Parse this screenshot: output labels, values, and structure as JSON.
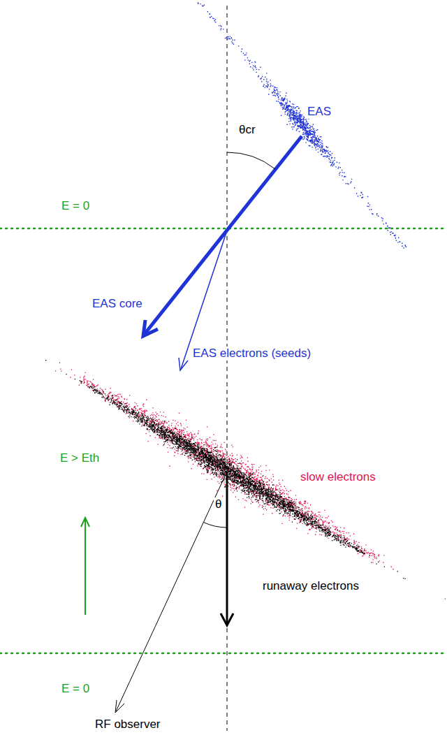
{
  "diagram": {
    "labels": [
      "EAS",
      "θcr",
      "E = 0",
      "EAS core",
      "EAS electrons (seeds)",
      "slow electrons",
      "E > Eth",
      "runaway electrons",
      "θ",
      "E = 0",
      "RF observer"
    ]
  }
}
